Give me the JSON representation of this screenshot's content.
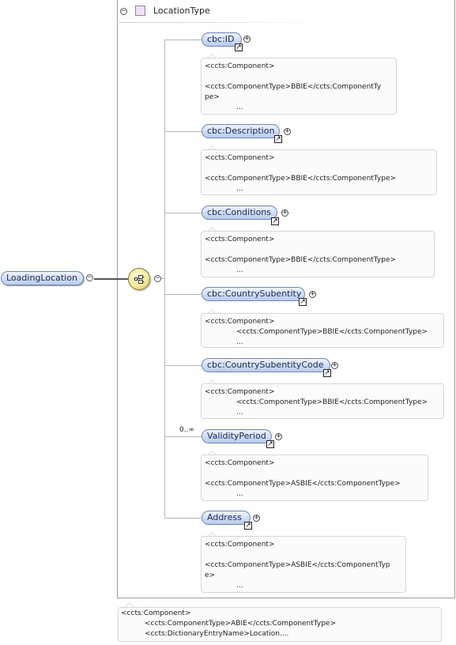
{
  "type_header": {
    "label": "LocationType"
  },
  "root": {
    "label": "LoadingLocation"
  },
  "elements": [
    {
      "label": "cbc:ID",
      "cardinality": "",
      "doc": [
        "<ccts:Component>",
        "",
        "<ccts:ComponentType>BBIE</ccts:ComponentTy",
        "pe>",
        "..."
      ]
    },
    {
      "label": "cbc:Description",
      "cardinality": "",
      "doc": [
        "<ccts:Component>",
        "",
        "<ccts:ComponentType>BBIE</ccts:ComponentType>",
        "..."
      ]
    },
    {
      "label": "cbc:Conditions",
      "cardinality": "",
      "doc": [
        "<ccts:Component>",
        "",
        "<ccts:ComponentType>BBIE</ccts:ComponentType>",
        "..."
      ]
    },
    {
      "label": "cbc:CountrySubentity",
      "cardinality": "",
      "doc": [
        "<ccts:Component>",
        "<ccts:ComponentType>BBIE</ccts:ComponentType>",
        "..."
      ]
    },
    {
      "label": "cbc:CountrySubentityCode",
      "cardinality": "",
      "doc": [
        "<ccts:Component>",
        "<ccts:ComponentType>BBIE</ccts:ComponentType>",
        "..."
      ]
    },
    {
      "label": "ValidityPeriod",
      "cardinality": "0..∞",
      "doc": [
        "<ccts:Component>",
        "",
        "<ccts:ComponentType>ASBIE</ccts:ComponentType>",
        "..."
      ]
    },
    {
      "label": "Address",
      "cardinality": "",
      "doc": [
        "<ccts:Component>",
        "",
        "<ccts:ComponentType>ASBIE</ccts:ComponentTyp",
        "e>",
        "..."
      ]
    }
  ],
  "bottom_note": {
    "line1": "<ccts:Component>",
    "line2": "<ccts:ComponentType>ABIE</ccts:ComponentType>",
    "line3": "<ccts:DictionaryEntryName>Location...."
  },
  "icons": {
    "collapse": "minus-circle-icon",
    "expand": "plus-circle-icon",
    "reference": "reference-arrow-icon",
    "sequence": "sequence-compositor-icon"
  },
  "colors": {
    "pill_border": "#6f86b5",
    "pill_fill": "#cfdcf3",
    "type_swatch": "#efe2f3",
    "compositor": "#f4e9a0"
  }
}
